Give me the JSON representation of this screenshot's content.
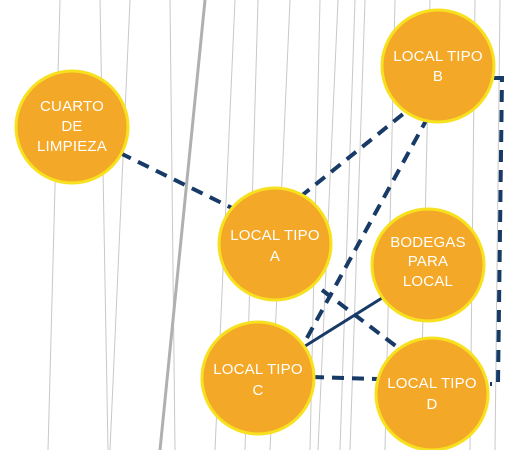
{
  "colors": {
    "node_fill": "#F4A828",
    "node_stroke": "#F7E11F",
    "edge": "#173A67",
    "background_lines": "#C8C8C8"
  },
  "nodes": {
    "cuarto_limpieza": {
      "lines": [
        "CUARTO",
        "DE",
        "LIMPIEZA"
      ]
    },
    "local_tipo_b": {
      "lines": [
        "LOCAL TIPO",
        "B"
      ]
    },
    "local_tipo_a": {
      "lines": [
        "LOCAL TIPO",
        "A"
      ]
    },
    "bodegas_local": {
      "lines": [
        "BODEGAS",
        "PARA",
        "LOCAL"
      ]
    },
    "local_tipo_c": {
      "lines": [
        "LOCAL TIPO",
        "C"
      ]
    },
    "local_tipo_d": {
      "lines": [
        "LOCAL TIPO",
        "D"
      ]
    }
  },
  "connections": [
    {
      "from": "cuarto_limpieza",
      "to": "local_tipo_a",
      "style": "dashed"
    },
    {
      "from": "local_tipo_a",
      "to": "local_tipo_b",
      "style": "dashed"
    },
    {
      "from": "local_tipo_b",
      "to": "local_tipo_c",
      "style": "dashed"
    },
    {
      "from": "local_tipo_b",
      "to": "local_tipo_d",
      "style": "dashed"
    },
    {
      "from": "local_tipo_a",
      "to": "local_tipo_d",
      "style": "dashed"
    },
    {
      "from": "local_tipo_c",
      "to": "local_tipo_d",
      "style": "dashed"
    },
    {
      "from": "local_tipo_c",
      "to": "bodegas_local",
      "style": "solid"
    }
  ]
}
